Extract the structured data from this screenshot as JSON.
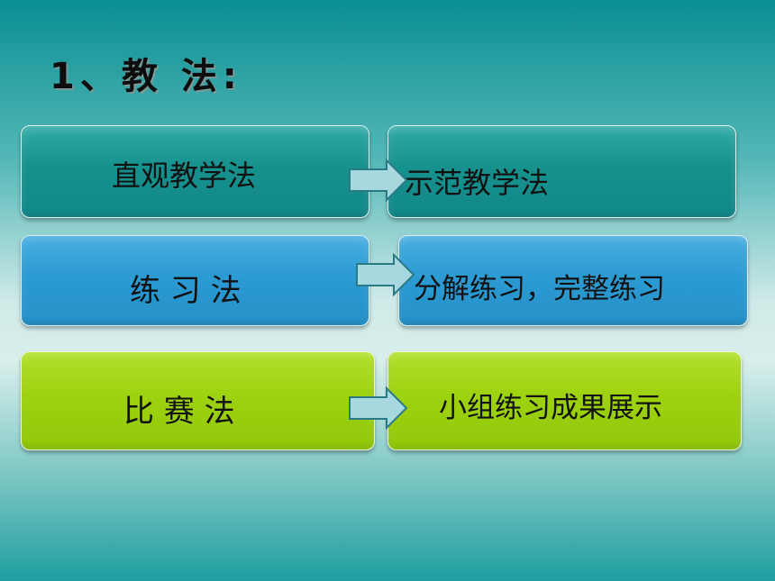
{
  "heading": "1、教 法:",
  "rows": [
    {
      "left": "直观教学法",
      "right": "示范教学法"
    },
    {
      "left": "练 习 法",
      "right": "分解练习，完整练习"
    },
    {
      "left": "比 赛 法",
      "right": "小组练习成果展示"
    }
  ],
  "colors": {
    "row1": "#16918d",
    "row2": "#2c9bd3",
    "row3": "#9dd20f",
    "arrow_fill": "#a8d8df",
    "arrow_stroke": "#2a7a86"
  },
  "icons": [
    "right-arrow-icon"
  ]
}
